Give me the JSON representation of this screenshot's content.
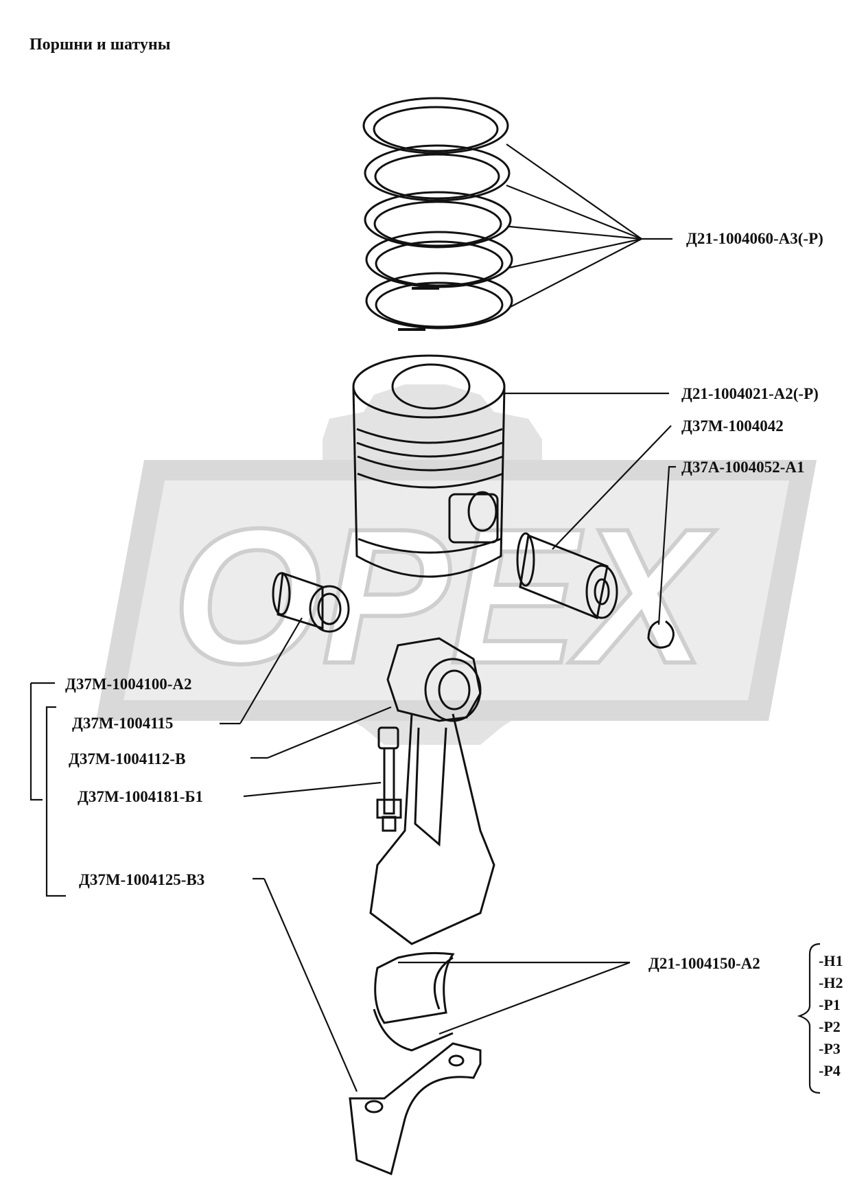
{
  "title": "Поршни и шатуны",
  "watermark": "OPEX",
  "labels": {
    "rings": "Д21-1004060-А3(-Р)",
    "piston": "Д21-1004021-А2(-Р)",
    "pin": "Д37М-1004042",
    "retainer": "Д37А-1004052-А1",
    "rod_assembly": "Д37М-1004100-А2",
    "bushing": "Д37М-1004115",
    "rod": "Д37М-1004112-В",
    "bolt": "Д37М-1004181-Б1",
    "cap": "Д37М-1004125-В3",
    "bearing": "Д21-1004150-А2"
  },
  "bearing_sizes": [
    "-Н1",
    "-Н2",
    "-Р1",
    "-Р2",
    "-Р3",
    "-Р4"
  ]
}
